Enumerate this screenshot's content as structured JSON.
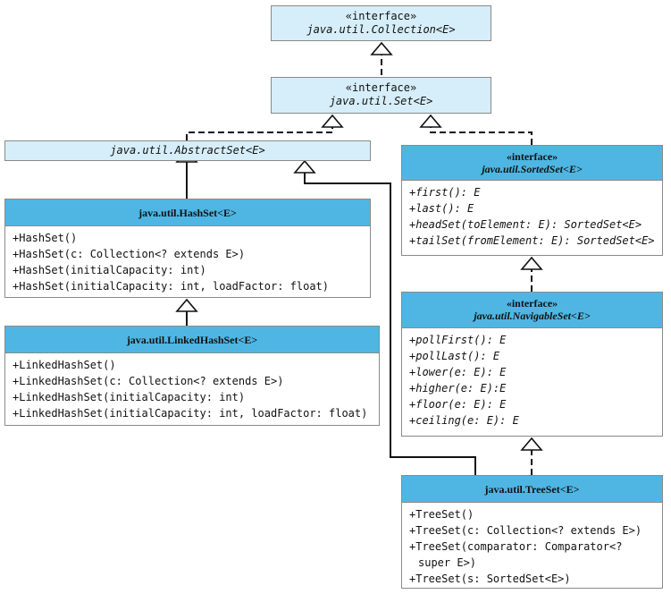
{
  "stereotype": "«interface»",
  "collection": {
    "name": "java.util.Collection<E>"
  },
  "set": {
    "name": "java.util.Set<E>"
  },
  "abstractset": {
    "name": "java.util.AbstractSet<E>"
  },
  "sortedset": {
    "name": "java.util.SortedSet<E>",
    "methods": [
      "+first(): E",
      "+last(): E",
      "+headSet(toElement: E): SortedSet<E>",
      "+tailSet(fromElement: E): SortedSet<E>"
    ]
  },
  "navigableset": {
    "name": "java.util.NavigableSet<E>",
    "methods": [
      "+pollFirst(): E",
      "+pollLast(): E",
      "+lower(e: E): E",
      "+higher(e: E):E",
      "+floor(e: E): E",
      "+ceiling(e: E): E"
    ]
  },
  "hashset": {
    "name": "java.util.HashSet<E>",
    "methods": [
      "+HashSet()",
      "+HashSet(c: Collection<? extends E>)",
      "+HashSet(initialCapacity: int)",
      "+HashSet(initialCapacity: int, loadFactor: float)"
    ]
  },
  "linkedhashset": {
    "name": "java.util.LinkedHashSet<E>",
    "methods": [
      "+LinkedHashSet()",
      "+LinkedHashSet(c: Collection<? extends E>)",
      "+LinkedHashSet(initialCapacity: int)",
      "+LinkedHashSet(initialCapacity: int, loadFactor: float)"
    ]
  },
  "treeset": {
    "name": "java.util.TreeSet<E>",
    "methods": [
      "+TreeSet()",
      "+TreeSet(c: Collection<? extends E>)",
      "+TreeSet(comparator: Comparator<?",
      "super E>)",
      "+TreeSet(s: SortedSet<E>)"
    ]
  }
}
